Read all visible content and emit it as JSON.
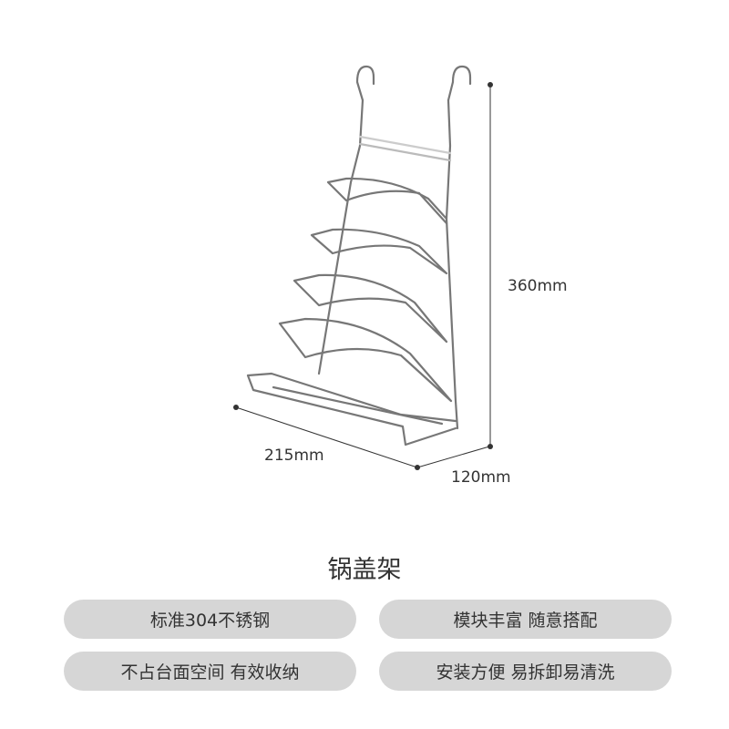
{
  "dimensions": {
    "height": "360mm",
    "width": "215mm",
    "depth": "120mm"
  },
  "product_title": "锅盖架",
  "features": [
    "标准304不锈钢",
    "模块丰富 随意搭配",
    "不占台面空间 有效收纳",
    "安装方便 易拆卸易清洗"
  ]
}
